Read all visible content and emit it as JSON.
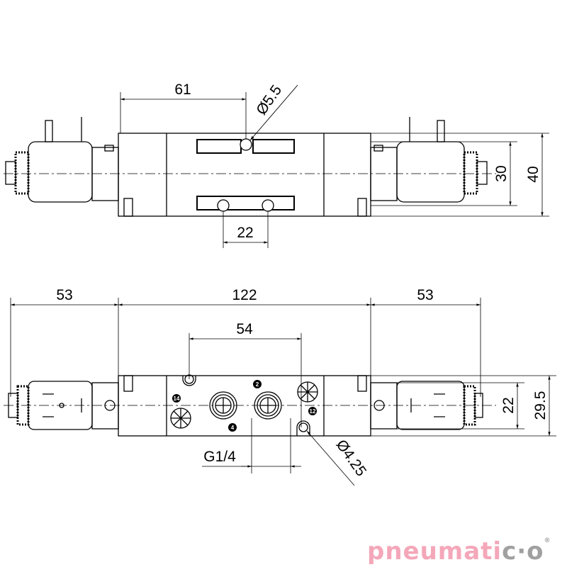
{
  "top_view": {
    "dim_pitch": "61",
    "dim_hole_dia": "Ø5.5",
    "dim_port_spacing": "22",
    "dim_height_inner": "30",
    "dim_height_outer": "40"
  },
  "front_view": {
    "dim_coil_left": "53",
    "dim_body_length": "122",
    "dim_coil_right": "53",
    "dim_mount_spacing": "54",
    "dim_height_inner": "22",
    "dim_height_outer": "29.5",
    "dim_thread": "G1/4",
    "dim_mount_hole": "Ø4.25",
    "port_labels": [
      "2",
      "14",
      "4",
      "12"
    ]
  },
  "logo": {
    "text_pink": "pneumati",
    "text_gray": "c·o",
    "mark": "®"
  },
  "colors": {
    "line": "#000000",
    "logo_pink": "#f4a7b9",
    "logo_gray": "#a0a0a0"
  }
}
